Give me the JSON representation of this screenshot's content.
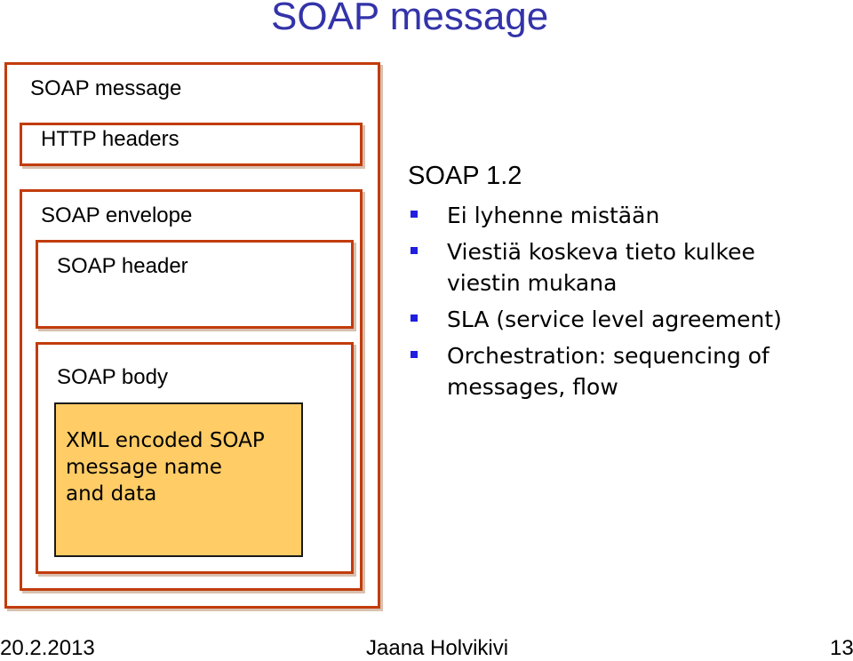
{
  "title": "SOAP message",
  "diagram": {
    "outer_label": "SOAP message",
    "http_label": "HTTP headers",
    "envelope_label": "SOAP envelope",
    "header_label": "SOAP header",
    "body_label": "SOAP body",
    "xml_lines": [
      "XML encoded SOAP",
      "message name",
      "and data"
    ],
    "colors": {
      "border": "#c23c0c",
      "xml_fill": "#ffcc66",
      "title": "#3333aa",
      "bullet": "#1f1fe0"
    }
  },
  "notes": {
    "heading": "SOAP 1.2",
    "bullets": [
      {
        "lines": [
          "Ei lyhenne mistään"
        ]
      },
      {
        "lines": [
          "Viestiä koskeva tieto kulkee",
          "viestin mukana"
        ]
      },
      {
        "lines": [
          "SLA (service level agreement)"
        ]
      },
      {
        "lines": [
          "Orchestration: sequencing of",
          "messages, flow"
        ]
      }
    ]
  },
  "footer": {
    "date": "20.2.2013",
    "author": "Jaana Holvikivi",
    "page": "13"
  }
}
